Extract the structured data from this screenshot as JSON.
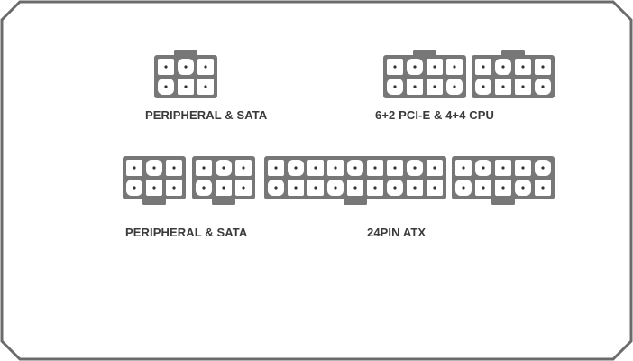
{
  "colors": {
    "outline": "#6b6b6b",
    "connector": "#777777",
    "pin_fill": "#ffffff",
    "pin_dot": "#333333"
  },
  "labels": {
    "peripheral_sata_top": "PERIPHERAL & SATA",
    "pcie_cpu": "6+2 PCI-E & 4+4 CPU",
    "peripheral_sata_bottom": "PERIPHERAL & SATA",
    "atx24": "24PIN ATX"
  }
}
